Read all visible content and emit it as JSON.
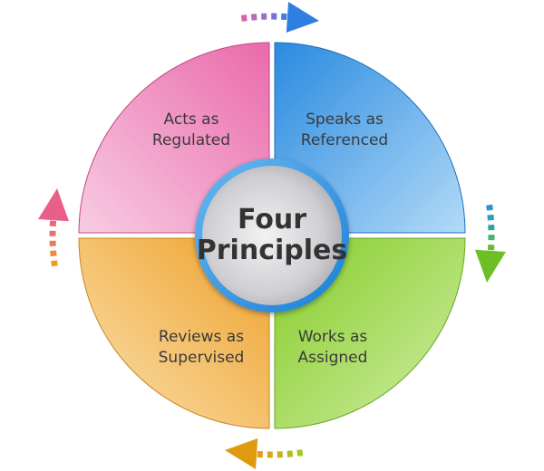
{
  "center": {
    "line1": "Four",
    "line2": "Principles"
  },
  "quadrants": [
    {
      "id": "top-left",
      "line1": "Acts as",
      "line2": "Regulated",
      "color": "#ef7fb8"
    },
    {
      "id": "top-right",
      "line1": "Speaks as",
      "line2": "Referenced",
      "color": "#3a98e6"
    },
    {
      "id": "bottom-left",
      "line1": "Reviews as",
      "line2": "Supervised",
      "color": "#f0a935"
    },
    {
      "id": "bottom-right",
      "line1": "Works as",
      "line2": "Assigned",
      "color": "#8fd032"
    }
  ],
  "arrows": {
    "direction": "clockwise",
    "colors": {
      "pink": "#e8609a",
      "purple": "#9a6fd0",
      "blue": "#2f7fe0",
      "teal": "#2aa6a0",
      "green": "#6cc026",
      "orange": "#e8a020"
    }
  }
}
